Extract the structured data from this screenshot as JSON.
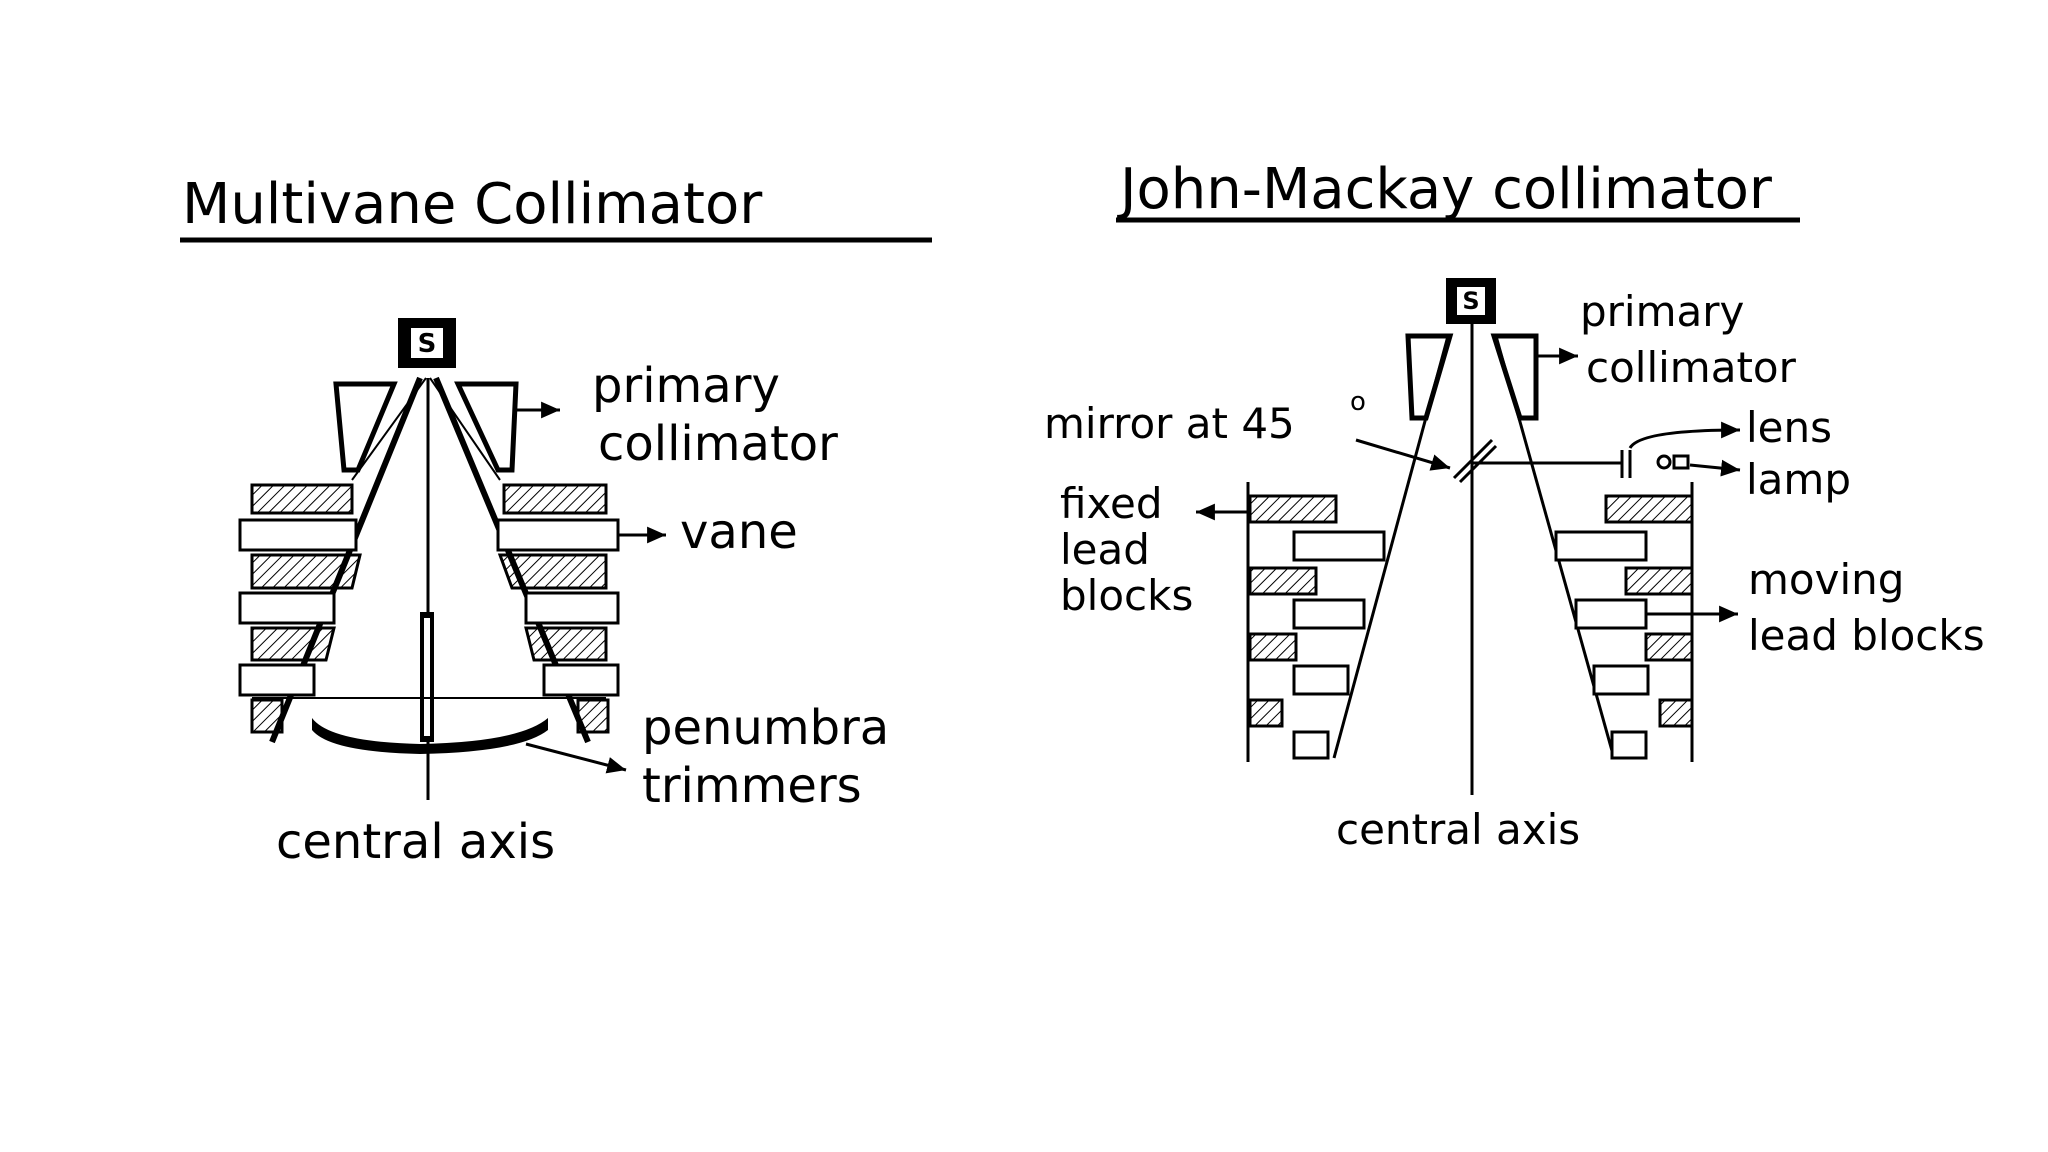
{
  "multivane": {
    "title": "Multivane Collimator",
    "source": "S",
    "labels": {
      "primary": "primary",
      "collimator": "collimator",
      "vane": "vane",
      "penumbra": "penumbra",
      "trimmers": "trimmers",
      "central_axis": "central axis"
    }
  },
  "john_mackay": {
    "title": "John-Mackay collimator",
    "source": "S",
    "labels": {
      "primary": "primary",
      "collimator": "collimator",
      "mirror": "mirror at 45",
      "degree": "o",
      "lens": "lens",
      "lamp": "lamp",
      "fixed": "fixed",
      "lead": "lead",
      "blocks": "blocks",
      "moving": "moving",
      "moving_lead_blocks": "lead blocks",
      "central_axis": "central axis"
    }
  },
  "colors": {
    "ink": "#000000",
    "background": "#ffffff"
  }
}
